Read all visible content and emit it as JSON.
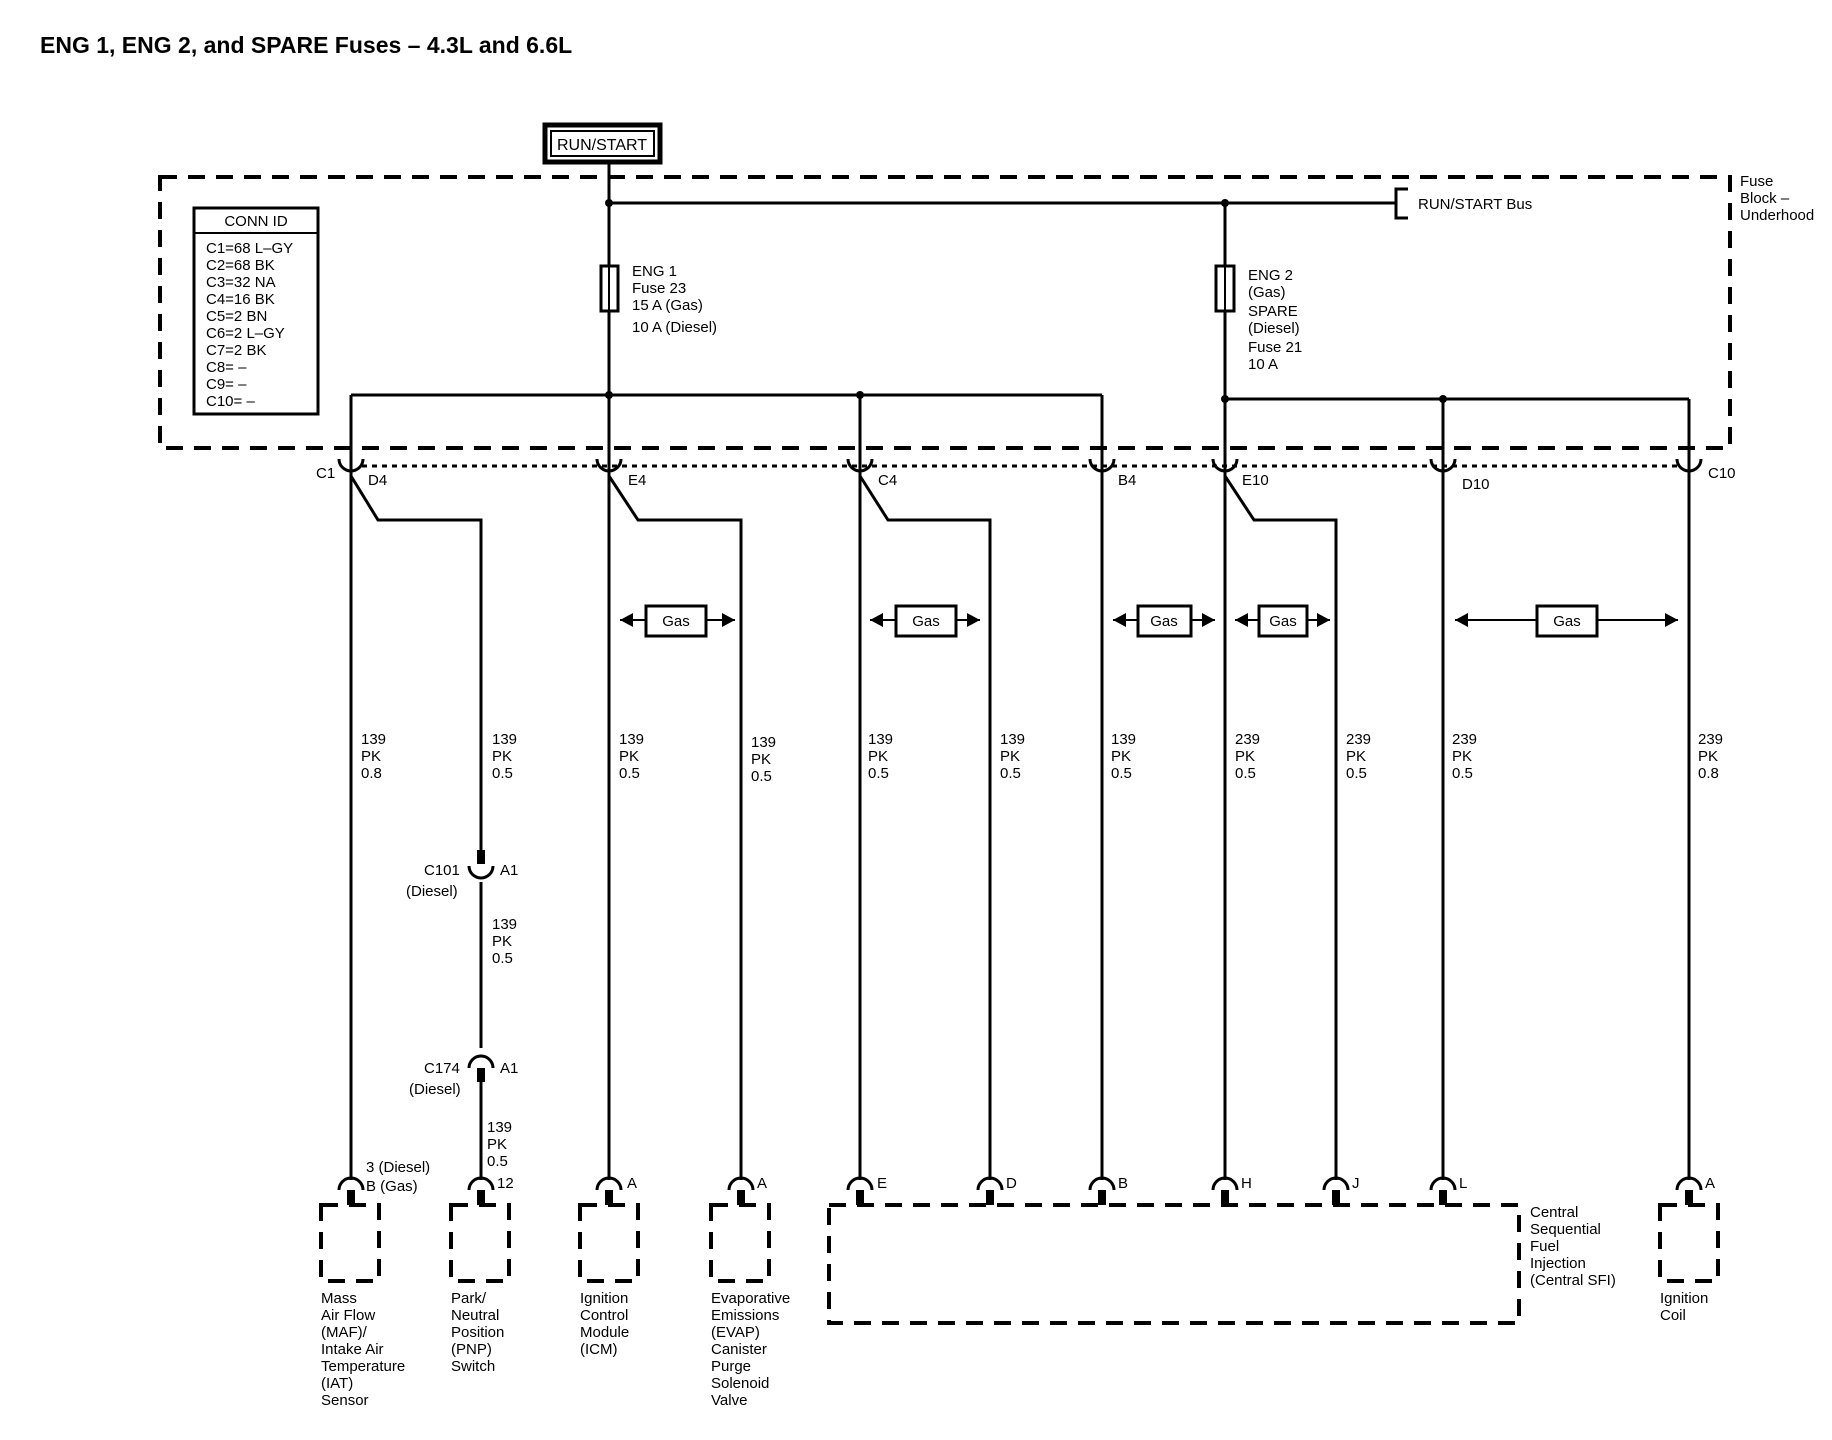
{
  "title": "ENG 1, ENG 2, and SPARE Fuses – 4.3L and 6.6L",
  "source_label": "RUN/START",
  "bus_label": "RUN/START Bus",
  "fuse_block": [
    "Fuse",
    "Block –",
    "Underhood"
  ],
  "conn_id": {
    "header": "CONN ID",
    "rows": [
      "C1=68 L–GY",
      "C2=68 BK",
      "C3=32 NA",
      "C4=16 BK",
      "C5=2 BN",
      "C6=2 L–GY",
      "C7=2 BK",
      "C8= –",
      "C9= –",
      "C10= –"
    ]
  },
  "fuses": [
    {
      "lines": [
        "ENG 1",
        "Fuse 23",
        "15 A (Gas)",
        "10 A (Diesel)"
      ]
    },
    {
      "lines": [
        "ENG 2",
        "(Gas)",
        "SPARE",
        "(Diesel)",
        "Fuse 21",
        "10 A"
      ]
    }
  ],
  "block_pins": [
    {
      "conn": "C1",
      "pin": "D4"
    },
    {
      "pin": "E4"
    },
    {
      "pin": "C4"
    },
    {
      "pin": "B4"
    },
    {
      "pin": "E10"
    },
    {
      "pin": "D10"
    },
    {
      "pin": "C10"
    }
  ],
  "gas_label": "Gas",
  "wires": [
    [
      "139",
      "PK",
      "0.8"
    ],
    [
      "139",
      "PK",
      "0.5"
    ],
    [
      "139",
      "PK",
      "0.5"
    ],
    [
      "139",
      "PK",
      "0.5"
    ],
    [
      "139",
      "PK",
      "0.5"
    ],
    [
      "139",
      "PK",
      "0.5"
    ],
    [
      "139",
      "PK",
      "0.5"
    ],
    [
      "239",
      "PK",
      "0.5"
    ],
    [
      "239",
      "PK",
      "0.5"
    ],
    [
      "239",
      "PK",
      "0.5"
    ],
    [
      "239",
      "PK",
      "0.8"
    ],
    [
      "139",
      "PK",
      "0.5"
    ],
    [
      "139",
      "PK",
      "0.5"
    ]
  ],
  "inline_connectors": [
    {
      "conn": "C101",
      "note": "(Diesel)",
      "pin": "A1"
    },
    {
      "conn": "C174",
      "note": "(Diesel)",
      "pin": "A1"
    }
  ],
  "comp_pins": {
    "maf_a": "3 (Diesel)",
    "maf_b": "B (Gas)",
    "pnp": "12",
    "icm": "A",
    "evap": "A",
    "sfi": [
      "E",
      "D",
      "B",
      "H",
      "J",
      "L"
    ],
    "coil": "A"
  },
  "components": {
    "maf": [
      "Mass",
      "Air Flow",
      "(MAF)/",
      "Intake Air",
      "Temperature",
      "(IAT)",
      "Sensor"
    ],
    "pnp": [
      "Park/",
      "Neutral",
      "Position",
      "(PNP)",
      "Switch"
    ],
    "icm": [
      "Ignition",
      "Control",
      "Module",
      "(ICM)"
    ],
    "evap": [
      "Evaporative",
      "Emissions",
      "(EVAP)",
      "Canister",
      "Purge",
      "Solenoid",
      "Valve"
    ],
    "sfi": [
      "Central",
      "Sequential",
      "Fuel",
      "Injection",
      "(Central SFI)"
    ],
    "coil": [
      "Ignition",
      "Coil"
    ]
  }
}
